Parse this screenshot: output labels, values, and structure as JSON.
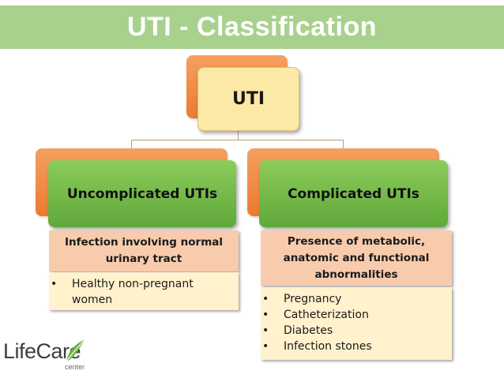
{
  "title": "UTI - Classification",
  "root": {
    "label": "UTI"
  },
  "categories": [
    {
      "label": "Uncomplicated UTIs",
      "description": "Infection involving normal\nurinary  tract",
      "items": [
        "Healthy non-pregnant women"
      ]
    },
    {
      "label": "Complicated UTIs",
      "description": "Presence of metabolic,\nanatomic and functional\nabnormalities",
      "items": [
        "Pregnancy",
        "Catheterization",
        "Diabetes",
        "Infection stones"
      ]
    }
  ],
  "logo": {
    "name": "LifeCare",
    "sub": "center"
  },
  "colors": {
    "title_bar": "#a9d18e",
    "title_text": "#ffffff",
    "root_box": "#fde9a6",
    "back_boxes": "#ec7a2f",
    "category_boxes": "#70b84a",
    "description_boxes": "#f8cbad",
    "list_boxes": "#fff2cc",
    "logo_leaf": "#6db33f"
  },
  "icons": {
    "logo": "leaf-icon",
    "bullet": "bullet-icon"
  }
}
